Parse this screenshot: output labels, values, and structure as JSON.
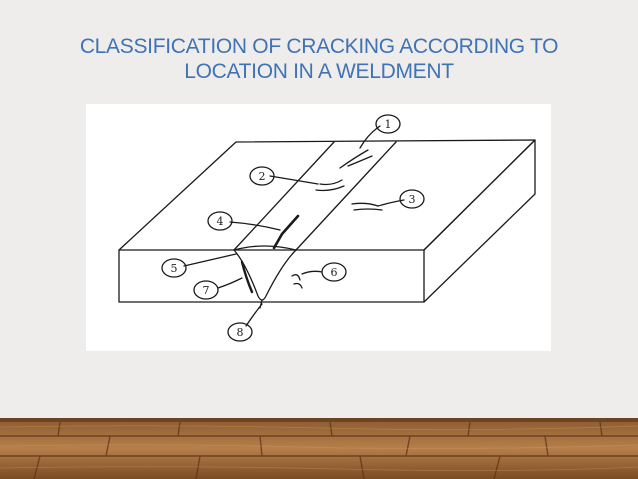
{
  "slide": {
    "title_line1": "CLASSIFICATION OF CRACKING  ACCORDING TO",
    "title_line2": "LOCATION IN A WELDMENT"
  },
  "figure": {
    "callouts": [
      {
        "id": 1,
        "label": "1"
      },
      {
        "id": 2,
        "label": "2"
      },
      {
        "id": 3,
        "label": "3"
      },
      {
        "id": 4,
        "label": "4"
      },
      {
        "id": 5,
        "label": "5"
      },
      {
        "id": 6,
        "label": "6"
      },
      {
        "id": 7,
        "label": "7"
      },
      {
        "id": 8,
        "label": "8"
      }
    ]
  },
  "colors": {
    "background": "#efedeb",
    "title": "#3f73b6",
    "floor_light": "#b67f4a",
    "floor_dark": "#6a3f1d",
    "line": "#1a1a1a"
  }
}
